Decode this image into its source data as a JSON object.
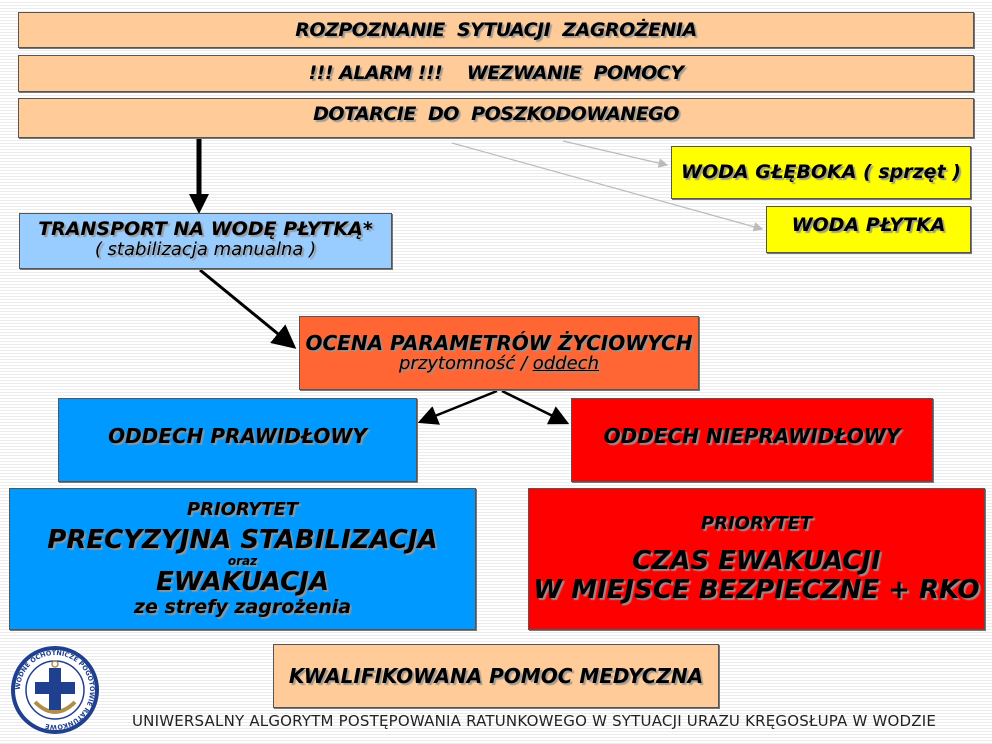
{
  "steps": {
    "recognize": "ROZPOZNANIE  SYTUACJI  ZAGROŻENIA",
    "alarm": "!!! ALARM !!!    WEZWANIE  POMOCY",
    "reach": "DOTARCIE  DO  POSZKODOWANEGO",
    "deep_water": "WODA GŁĘBOKA ( sprzęt )",
    "shallow_water": "WODA PŁYTKA",
    "transport": {
      "title": "TRANSPORT NA WODĘ PŁYTKĄ*",
      "subtitle": "( stabilizacja manualna )"
    },
    "assessment": {
      "title": "OCENA PARAMETRÓW ŻYCIOWYCH",
      "sub_part1": "przytomność / ",
      "sub_part2": "oddech"
    },
    "breathing_normal": "ODDECH PRAWIDŁOWY",
    "breathing_abnormal": "ODDECH NIEPRAWIDŁOWY",
    "priority_normal": {
      "label": "PRIORYTET",
      "line1": "PRECYZYJNA STABILIZACJA",
      "joiner": "oraz",
      "line2": "EWAKUACJA",
      "line3": "ze strefy zagrożenia"
    },
    "priority_abnormal": {
      "label": "PRIORYTET",
      "line1": "CZAS EWAKUACJI",
      "line2": "W MIEJSCE BEZPIECZNE + RKO"
    },
    "final": "KWALIFIKOWANA POMOC MEDYCZNA"
  },
  "footer": "UNIWERSALNY ALGORYTM POSTĘPOWANIA RATUNKOWEGO W SYTUACJI URAZU KRĘGOSŁUPA W WODZIE",
  "logo": {
    "icon": "wopr-logo-icon",
    "ring_text": "WODNE OCHOTNICZE POGOTOWIE RATUNKOWE"
  },
  "colors": {
    "peach": "#ffcc99",
    "yellow": "#ffff00",
    "light_blue": "#99ccff",
    "orange": "#ff6633",
    "blue": "#0099ff",
    "red": "#ff0000"
  }
}
